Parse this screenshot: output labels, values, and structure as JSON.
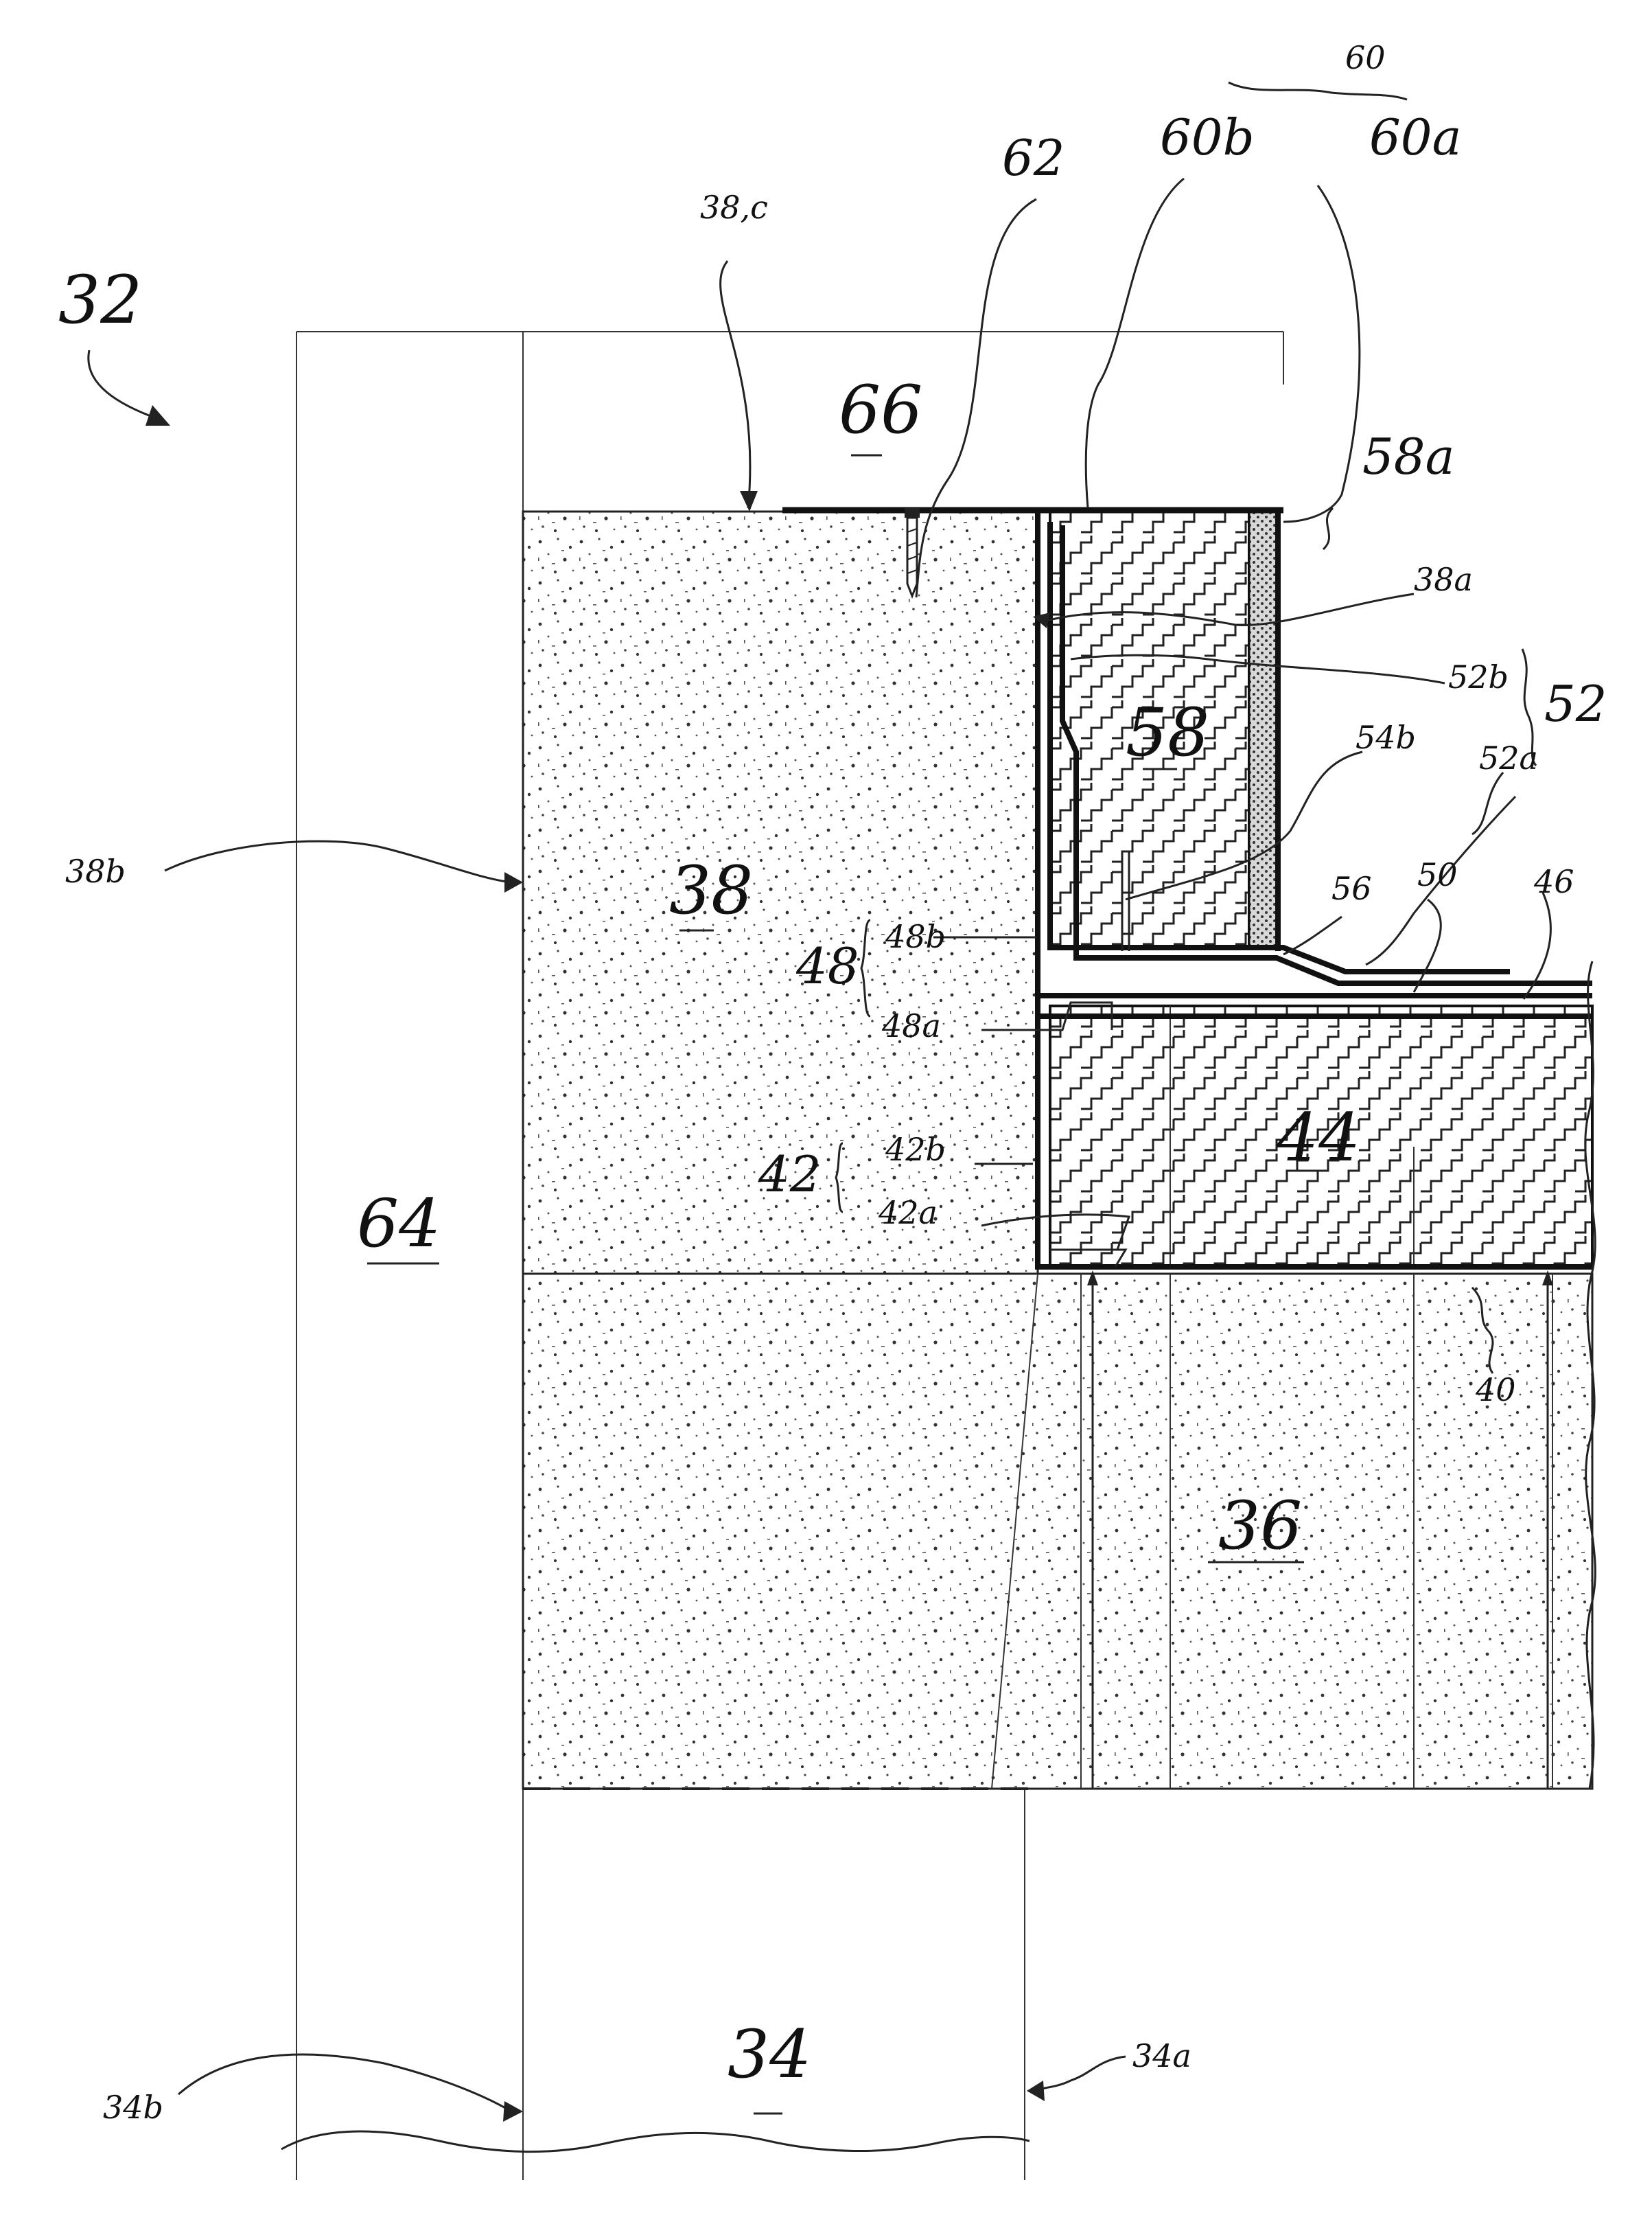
{
  "figure": {
    "ref": "32",
    "labels": {
      "l_38c": "38,c",
      "l_62": "62",
      "l_60b": "60b",
      "l_60": "60",
      "l_60a": "60a",
      "l_66": "66",
      "l_58a": "58a",
      "l_38a": "38a",
      "l_52b": "52b",
      "l_52": "52",
      "l_58": "58",
      "l_54b": "54b",
      "l_52a": "52a",
      "l_38b": "38b",
      "l_38": "38",
      "l_56": "56",
      "l_50": "50",
      "l_46": "46",
      "l_48b": "48b",
      "l_48": "48",
      "l_48a": "48a",
      "l_44": "44",
      "l_42b": "42b",
      "l_42": "42",
      "l_42a": "42a",
      "l_64": "64",
      "l_40": "40",
      "l_36": "36",
      "l_34": "34",
      "l_34a": "34a",
      "l_34b": "34b"
    }
  }
}
